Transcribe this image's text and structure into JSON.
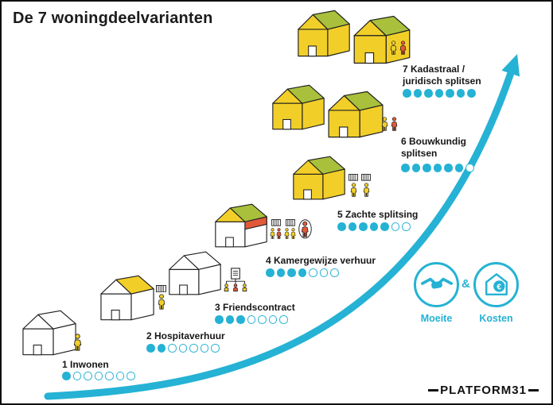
{
  "title": "De 7 woningdeelvarianten",
  "variants": [
    {
      "label": "1 Inwonen",
      "filled": 1,
      "total": 7
    },
    {
      "label": "2 Hospitaverhuur",
      "filled": 2,
      "total": 7
    },
    {
      "label": "3 Friendscontract",
      "filled": 3,
      "total": 7
    },
    {
      "label": "4 Kamergewijze verhuur",
      "filled": 4,
      "total": 7
    },
    {
      "label": "5 Zachte splitsing",
      "filled": 5,
      "total": 7
    },
    {
      "label": "6 Bouwkundig splitsen",
      "filled": 6,
      "total": 7
    },
    {
      "label": "7 Kadastraal / juridisch splitsen",
      "filled": 7,
      "total": 7
    }
  ],
  "legend": {
    "effort": "Moeite",
    "separator": "&",
    "cost": "Kosten"
  },
  "footer": {
    "brand": "PLATFORM31"
  },
  "colors": {
    "accent": "#25b2d4",
    "yellow": "#f2cf28",
    "green": "#a9c03c",
    "red": "#e2593a",
    "white": "#ffffff",
    "ink": "#1f1f1f"
  }
}
